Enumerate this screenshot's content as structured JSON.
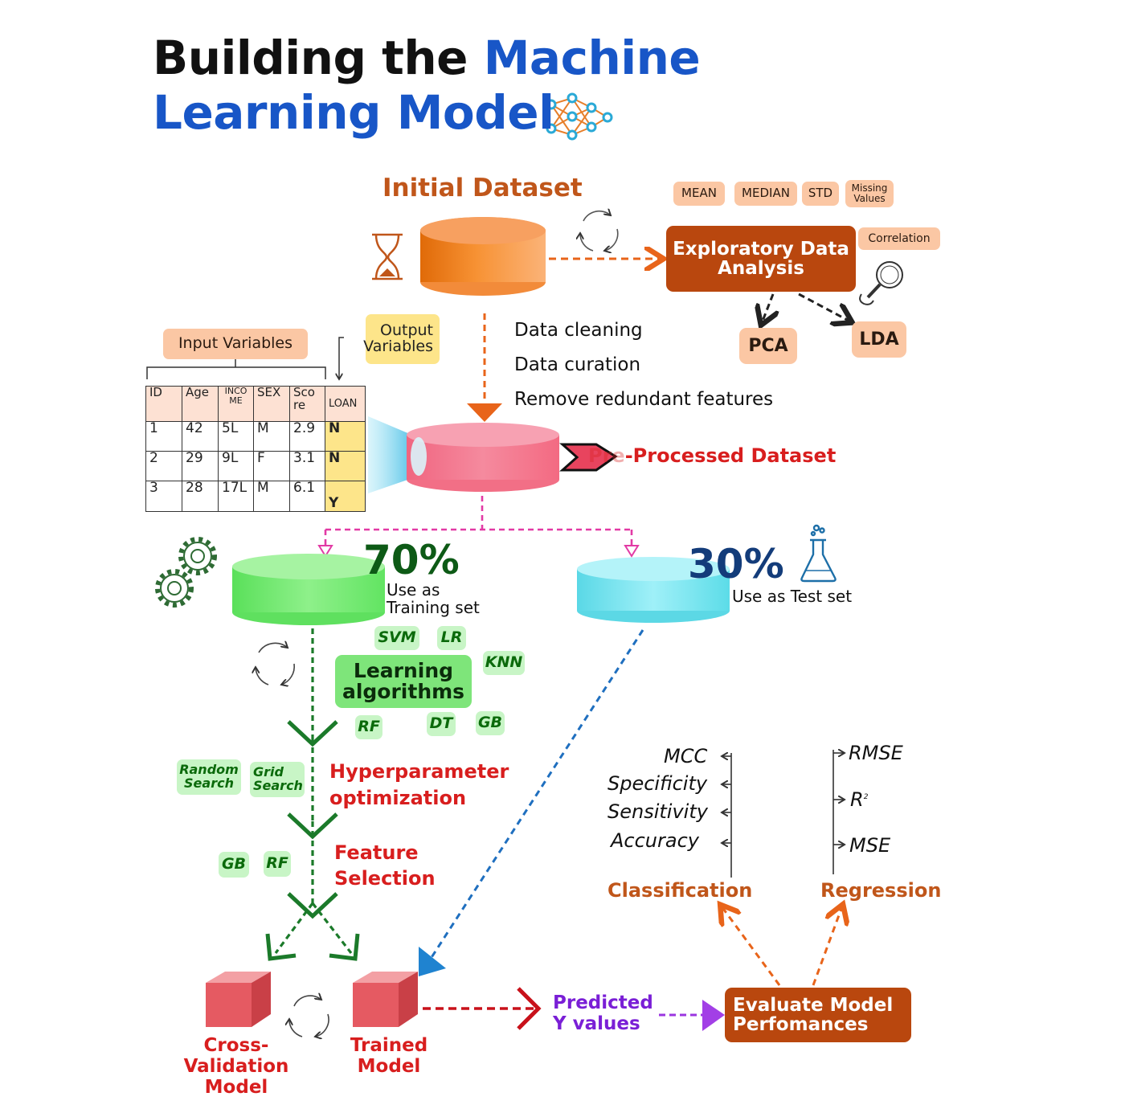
{
  "title": {
    "line1_dark": "Building the",
    "line1_blue": "Machine",
    "line2_blue": "Learning Model"
  },
  "initial": {
    "label": "Initial Dataset",
    "steps": [
      "Data cleaning",
      "Data curation",
      "Remove redundant features"
    ]
  },
  "eda": {
    "label_line1": "Exploratory Data",
    "label_line2": "Analysis",
    "stats": {
      "mean": "MEAN",
      "median": "MEDIAN",
      "std": "STD",
      "missing_line1": "Missing",
      "missing_line2": "Values"
    },
    "correlation": "Correlation",
    "pca": "PCA",
    "lda": "LDA"
  },
  "table": {
    "input_label": "Input Variables",
    "output_label_line1": "Output",
    "output_label_line2": "Variables",
    "headers": [
      [
        "ID"
      ],
      [
        "Age"
      ],
      [
        "INCO",
        "ME"
      ],
      [
        "SEX"
      ],
      [
        "Sco",
        "re"
      ],
      [
        "LOAN"
      ]
    ],
    "rows": [
      [
        "1",
        "42",
        "5L",
        "M",
        "2.9",
        "N"
      ],
      [
        "2",
        "29",
        "9L",
        "F",
        "3.1",
        "N"
      ],
      [
        "3",
        "28",
        "17L",
        "M",
        "6.1",
        "Y"
      ]
    ]
  },
  "preprocessed": {
    "label_prefix": "Pre",
    "label_main": "-Processed Dataset"
  },
  "training": {
    "percent": "70%",
    "label_line1": "Use as",
    "label_line2": "Training set"
  },
  "testing": {
    "percent": "30%",
    "label": "Use as Test set"
  },
  "learning": {
    "label_line1": "Learning",
    "label_line2": "algorithms",
    "algos": {
      "svm": "SVM",
      "lr": "LR",
      "knn": "KNN",
      "rf": "RF",
      "dt": "DT",
      "gb": "GB"
    }
  },
  "hyperparameter": {
    "label_line1": "Hyperparameter",
    "label_line2": "optimization",
    "random_line1": "Random",
    "random_line2": "Search",
    "grid_line1": "Grid",
    "grid_line2": "Search"
  },
  "feature": {
    "label_line1": "Feature",
    "label_line2": "Selection",
    "gb": "GB",
    "rf": "RF"
  },
  "models": {
    "cv_line1": "Cross-",
    "cv_line2": "Validation",
    "cv_line3": "Model",
    "trained_line1": "Trained",
    "trained_line2": "Model"
  },
  "predicted": {
    "line1": "Predicted",
    "line2": "Y values"
  },
  "evaluate": {
    "line1": "Evaluate Model",
    "line2": "Perfomances"
  },
  "classification": {
    "label": "Classification",
    "metrics": [
      "MCC",
      "Specificity",
      "Sensitivity",
      "Accuracy"
    ]
  },
  "regression": {
    "label": "Regression",
    "metrics": [
      "RMSE",
      "R",
      "MSE"
    ],
    "r_superscript": "2"
  },
  "colors": {
    "title_blue": "#1856c7",
    "orange_text": "#c0561a",
    "red_text": "#d81e1e",
    "green_text": "#0b6a0b",
    "purple_text": "#7a1fd6",
    "eda_brown": "#b9470e",
    "peach": "#fbc7a4"
  },
  "icons": [
    "neural-network-icon",
    "hourglass-icon",
    "refresh-cycle-icon",
    "magnifier-icon",
    "gears-icon",
    "flask-icon",
    "chevron-pointer-icon"
  ]
}
